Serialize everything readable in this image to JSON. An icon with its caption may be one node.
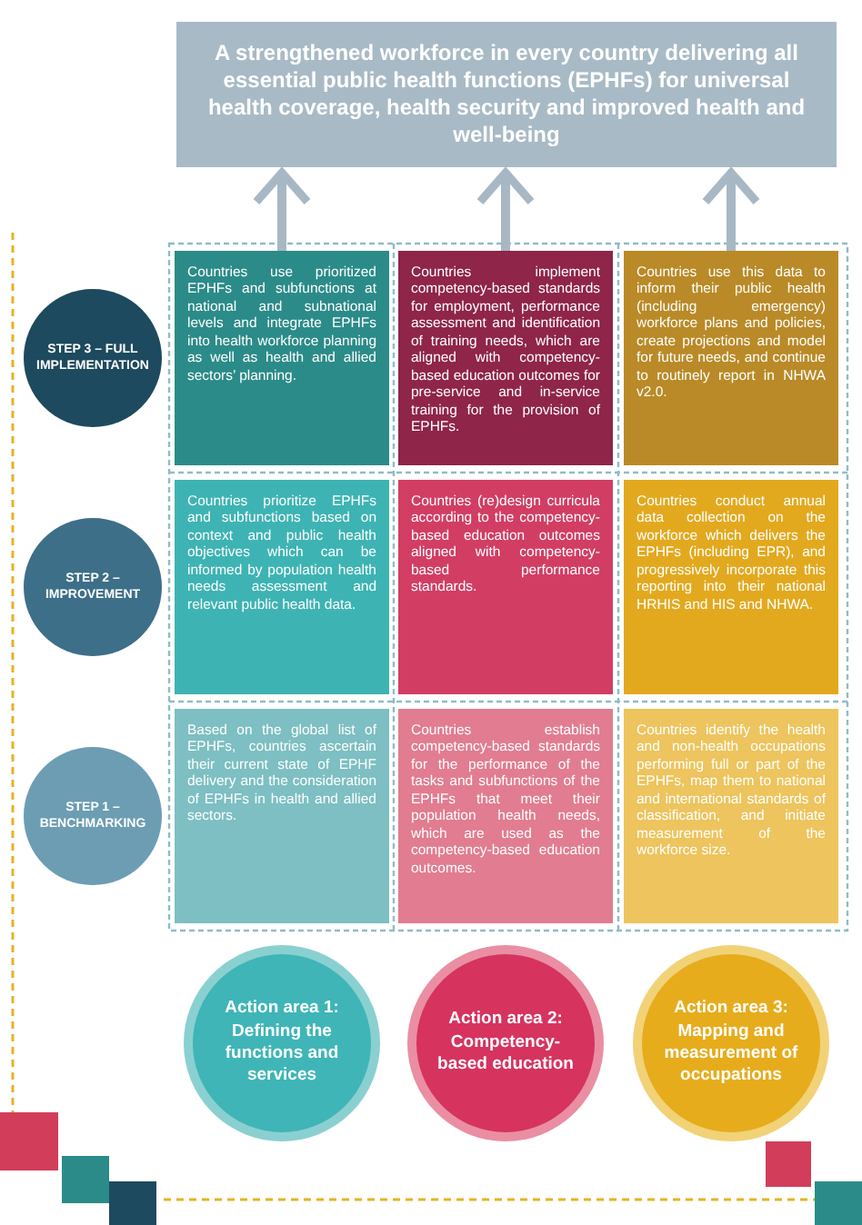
{
  "diagram": {
    "nodes": [
      {
        "text": [
          "A strengthened workforce in every country delivering all essential public health functions (EPHFs) for universal health coverage, health security and improved health and well-being"
        ]
      },
      {
        "text": [
          "STEP 3 – FULL IMPLEMENTATION"
        ]
      },
      {
        "text": [
          "Countries use prioritized EPHFs and subfunctions at national and subnational levels and integrate EPHFs into health workforce planning as well as health and allied sectors’ planning."
        ]
      },
      {
        "text": [
          "Countries implement competency-based standards for employment, performance assessment and identification of training needs, which are aligned with competency-based education outcomes for pre-service and in-service training for the provision of EPHFs."
        ]
      },
      {
        "text": [
          "Countries use this data to inform their public health (including emergency) workforce plans and policies, create projections and model for future needs, and continue to routinely report in NHWA v2.0."
        ]
      },
      {
        "text": [
          "STEP 2 – IMPROVEMENT"
        ]
      },
      {
        "text": [
          "Countries prioritize EPHFs and subfunctions based on context and public health objectives which can be informed by population health needs assessment and relevant public health data."
        ]
      },
      {
        "text": [
          "Countries (re)design curricula according to the competency-based education outcomes aligned with competency-based performance standards."
        ]
      },
      {
        "text": [
          "Countries conduct annual data collection on the workforce which delivers the EPHFs (including EPR), and progressively incorporate this reporting into their national HRHIS and HIS and NHWA."
        ]
      },
      {
        "text": [
          "STEP 1 – BENCHMARKING"
        ]
      },
      {
        "text": [
          "Based on the global list of EPHFs, countries ascertain their current state of EPHF delivery and the consideration of EPHFs in health and allied sectors."
        ]
      },
      {
        "text": [
          "Countries establish competency-based standards for the performance of the tasks and subfunctions of the EPHFs that meet their population health needs, which are used as the competency-based education outcomes."
        ]
      },
      {
        "text": [
          "Countries identify the health and non-health occupations performing full or part of the EPHFs, map them to national and international standards of classification, and initiate measurement of the workforce size."
        ]
      },
      {
        "text": [
          "Action area 1: Defining the functions and services"
        ]
      },
      {
        "text": [
          "Action area 2: Competency-based education"
        ]
      },
      {
        "text": [
          "Action area 3: Mapping and measurement of occupations"
        ]
      }
    ],
    "edges": [
      {
        "from": 2,
        "to": 0,
        "arrow": "to"
      },
      {
        "from": 3,
        "to": 0,
        "arrow": "to"
      },
      {
        "from": 4,
        "to": 0,
        "arrow": "to"
      }
    ]
  }
}
